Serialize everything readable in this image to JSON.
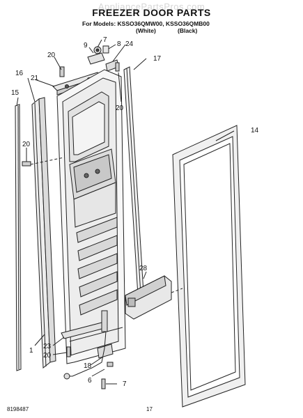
{
  "watermark": "AppliancePartsPros.com",
  "title": "FREEZER DOOR PARTS",
  "models_line": "For Models: KSSO36QMW00, KSSO36QMB00",
  "variant_white": "(White)",
  "variant_black": "(Black)",
  "footer_code": "8198487",
  "page_number": "17",
  "callouts": {
    "c7a": "7",
    "c9": "9",
    "c8": "8",
    "c24": "24",
    "c20a": "20",
    "c17": "17",
    "c16": "16",
    "c21": "21",
    "c15": "15",
    "c20b": "20",
    "c20c": "20",
    "c14": "14",
    "c28": "28",
    "c1": "1",
    "c23": "23",
    "c20d": "20",
    "c18": "18",
    "c6": "6",
    "c7b": "7"
  }
}
